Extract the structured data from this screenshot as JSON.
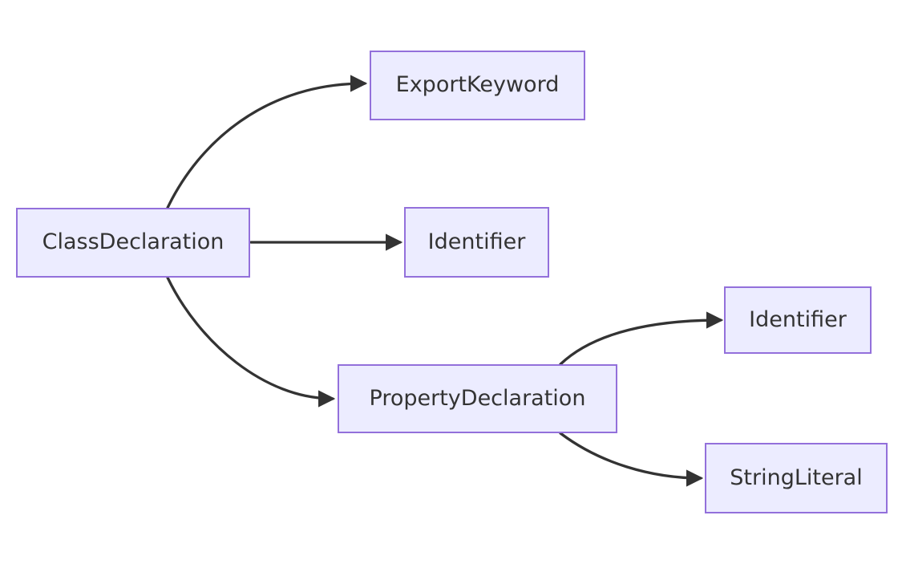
{
  "diagram": {
    "type": "flowchart",
    "direction": "left-to-right",
    "colors": {
      "background": "#ffffff",
      "node_fill": "#ECECFF",
      "node_border": "#9370DB",
      "node_text": "#333333",
      "edge_stroke": "#333333"
    },
    "nodes": [
      {
        "id": "classDeclaration",
        "label": "ClassDeclaration"
      },
      {
        "id": "exportKeyword",
        "label": "ExportKeyword"
      },
      {
        "id": "identifier1",
        "label": "Identifier"
      },
      {
        "id": "propertyDeclaration",
        "label": "PropertyDeclaration"
      },
      {
        "id": "identifier2",
        "label": "Identifier"
      },
      {
        "id": "stringLiteral",
        "label": "StringLiteral"
      }
    ],
    "edges": [
      {
        "from": "classDeclaration",
        "to": "exportKeyword"
      },
      {
        "from": "classDeclaration",
        "to": "identifier1"
      },
      {
        "from": "classDeclaration",
        "to": "propertyDeclaration"
      },
      {
        "from": "propertyDeclaration",
        "to": "identifier2"
      },
      {
        "from": "propertyDeclaration",
        "to": "stringLiteral"
      }
    ]
  }
}
